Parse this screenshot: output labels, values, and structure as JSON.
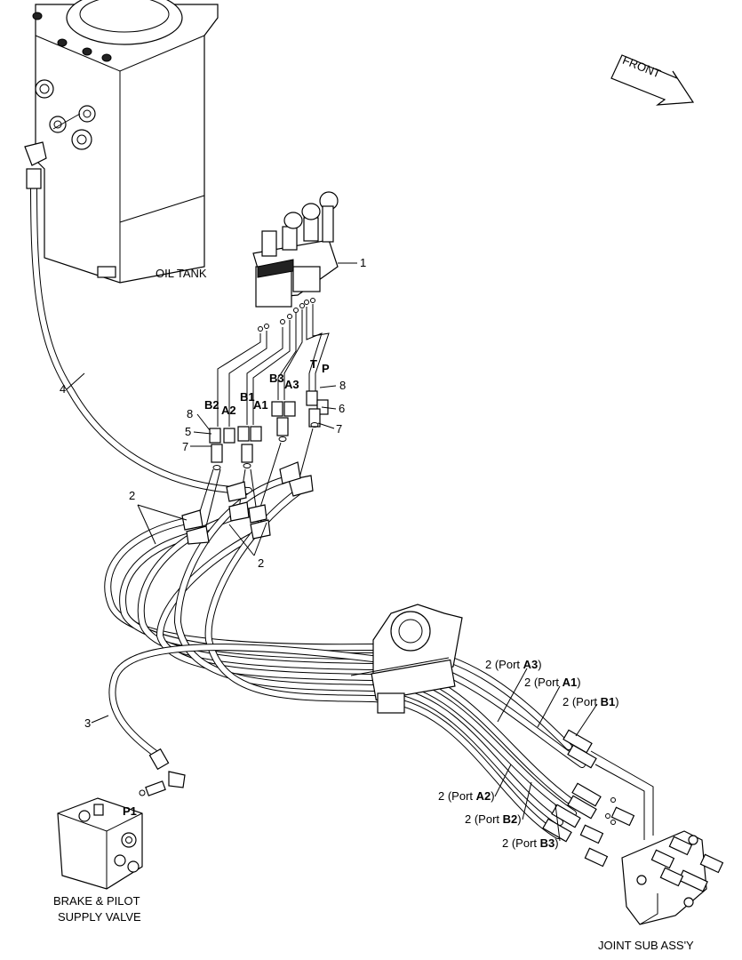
{
  "labels": {
    "front": "FRONT",
    "oil_tank": "OIL TANK",
    "brake_valve_line1": "BRAKE & PILOT",
    "brake_valve_line2": "SUPPLY VALVE",
    "joint_assy": "JOINT SUB ASS'Y",
    "p1": "P1"
  },
  "callouts": {
    "c1": "1",
    "c2a": "2",
    "c2b": "2",
    "c3": "3",
    "c4": "4",
    "c5": "5",
    "c6": "6",
    "c7a": "7",
    "c7b": "7",
    "c8a": "8",
    "c8b": "8"
  },
  "ports": {
    "b2": "B2",
    "a2": "A2",
    "b1": "B1",
    "a1": "A1",
    "b3": "B3",
    "a3": "A3",
    "t": "T",
    "p": "P"
  },
  "hose_callouts": {
    "prefix": "2 (Port ",
    "suffix": ")",
    "items": [
      "A3",
      "A1",
      "B1",
      "A2",
      "B2",
      "B3"
    ]
  }
}
